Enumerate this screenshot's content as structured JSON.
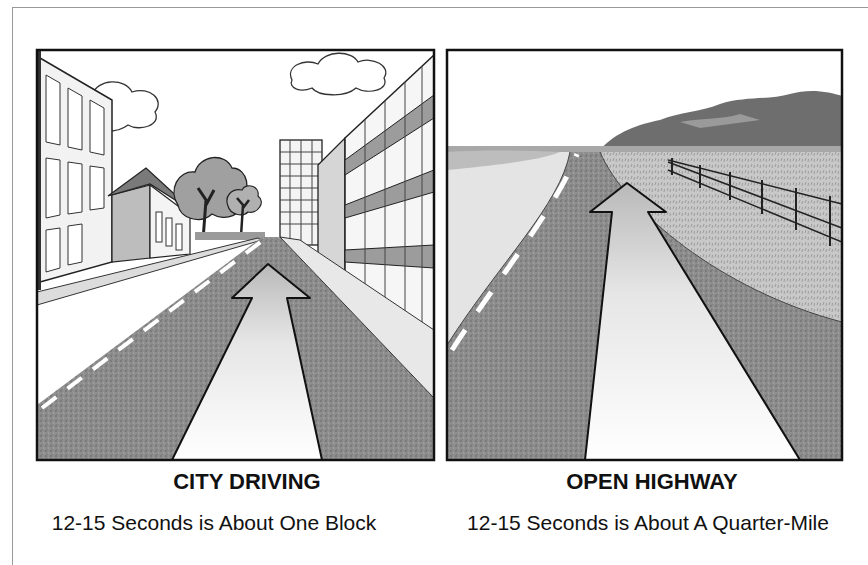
{
  "diagram": {
    "labels": [
      "CITY DRIVING",
      "OPEN HIGHWAY",
      "12-15 Seconds is About One Block",
      "12-15 Seconds is About A Quarter-Mile"
    ]
  }
}
